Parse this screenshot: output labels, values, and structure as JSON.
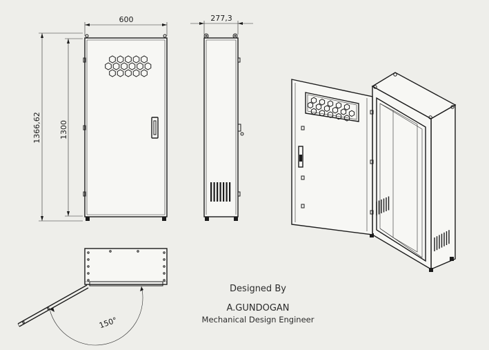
{
  "dimensions": {
    "front_width": "600",
    "side_depth": "277,3",
    "overall_height": "1366,62",
    "body_height": "1300",
    "door_angle": "150°"
  },
  "title_block": {
    "designed_by_label": "Designed By",
    "designer_name": "A.GUNDOGAN",
    "designer_role": "Mechanical Design Engineer"
  }
}
